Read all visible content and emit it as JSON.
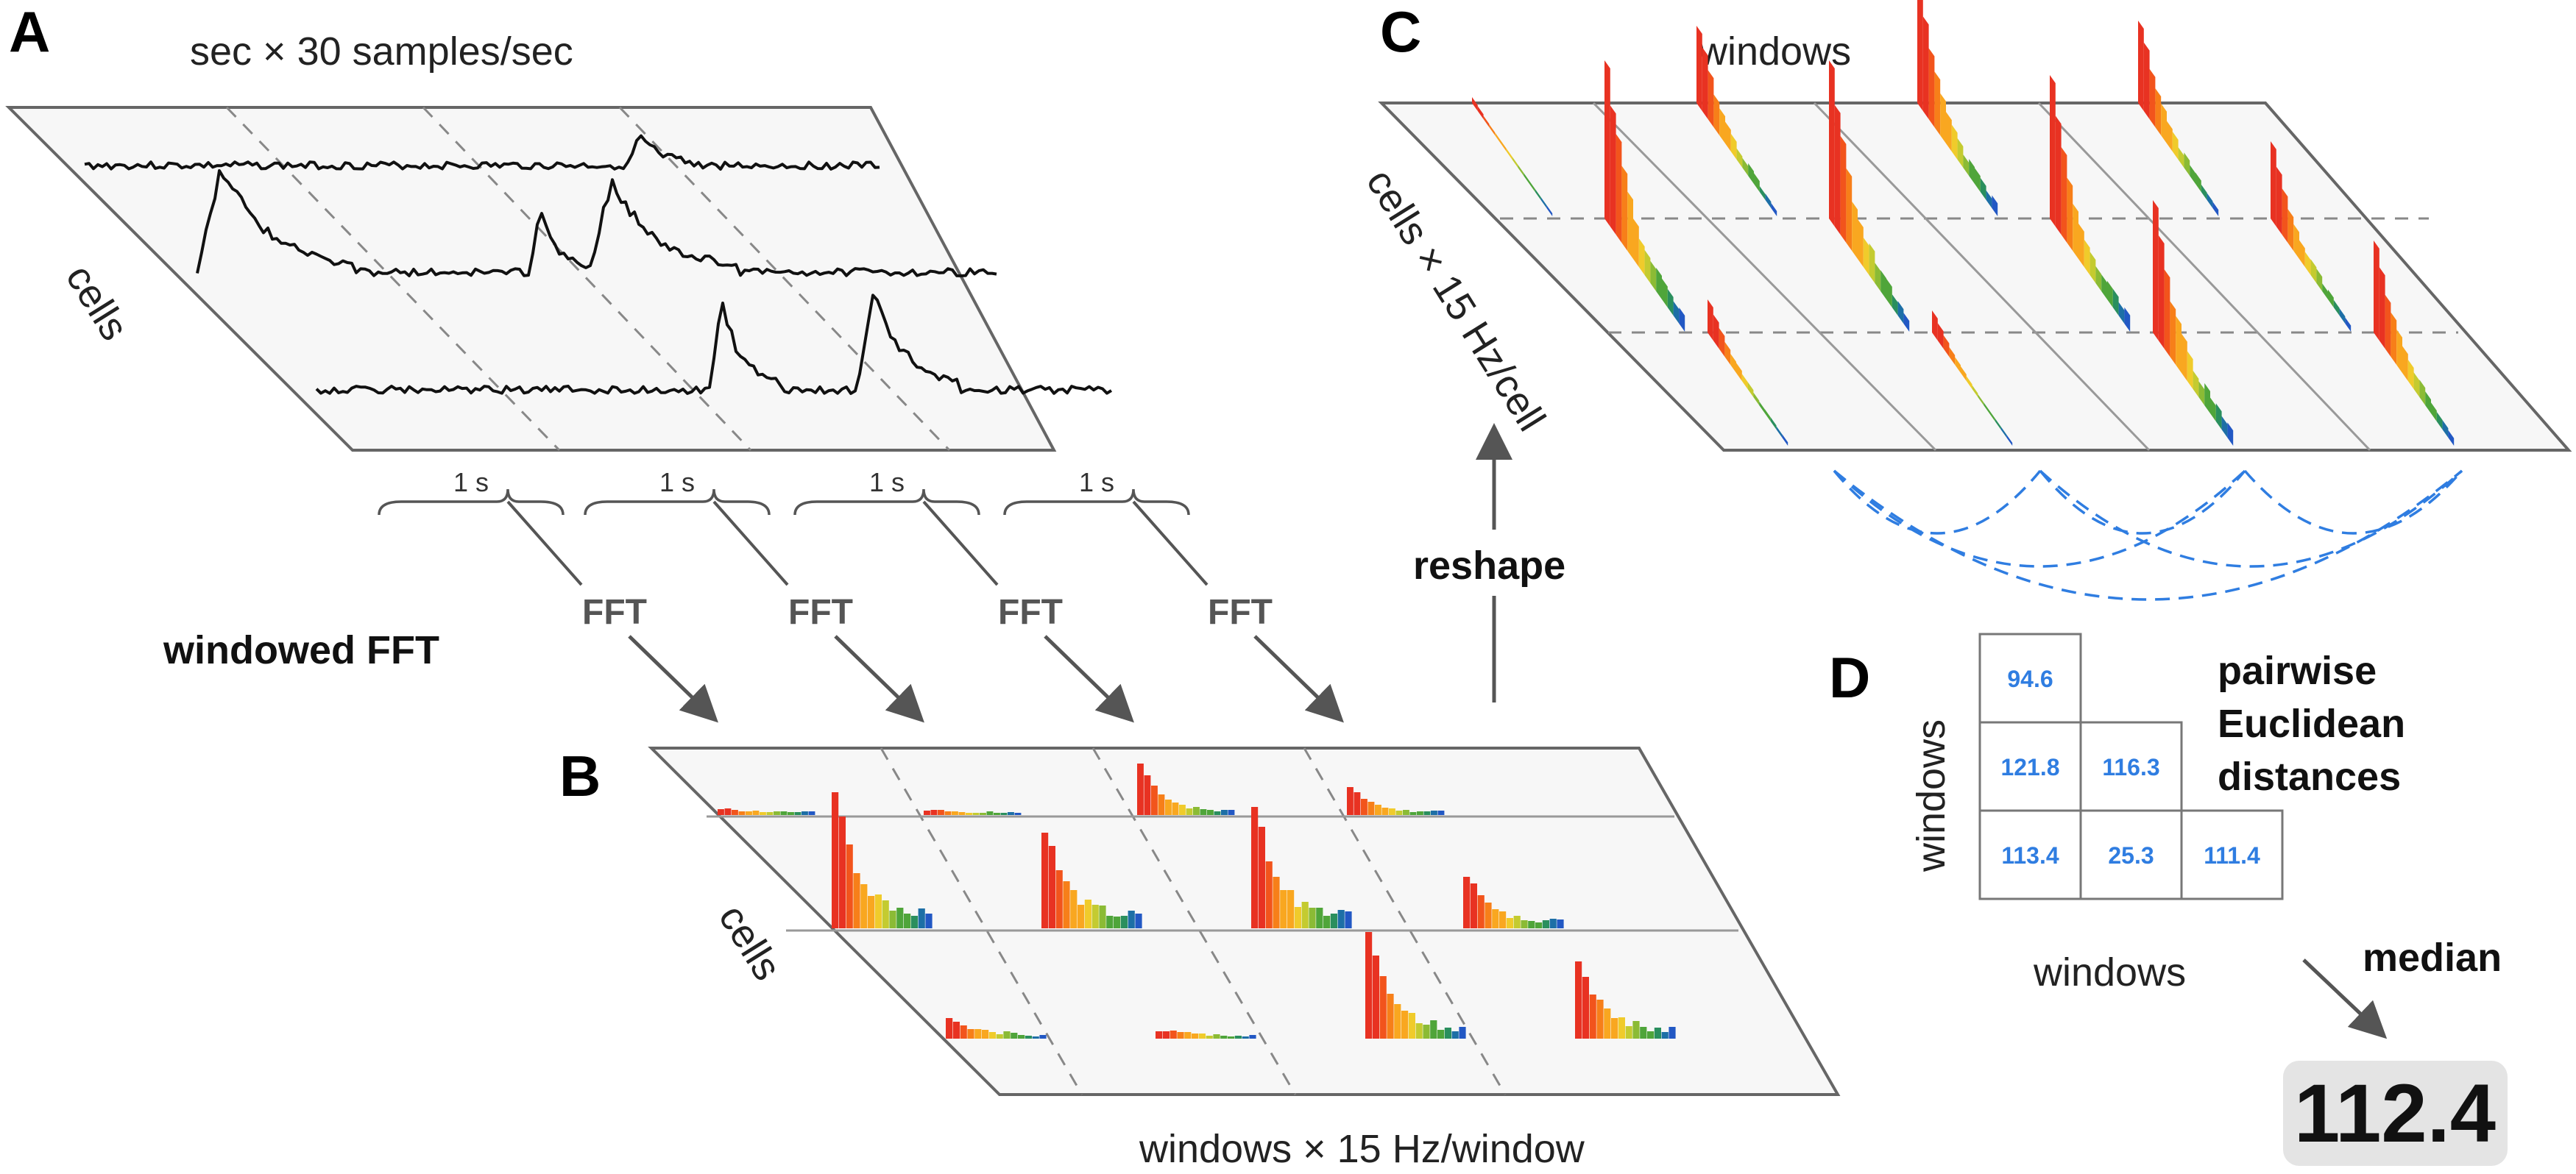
{
  "panel_a": {
    "label": "A",
    "top_label": "sec  ×  30 samples/sec",
    "side_label": "cells",
    "window_labels": [
      "1 s",
      "1 s",
      "1 s",
      "1 s"
    ],
    "fft_labels": [
      "FFT",
      "FFT",
      "FFT",
      "FFT"
    ]
  },
  "windowed_fft_label": "windowed FFT",
  "panel_b": {
    "label": "B",
    "side_label": "cells",
    "bottom_label": "windows  ×  15 Hz/window"
  },
  "reshape_label": "reshape",
  "panel_c": {
    "label": "C",
    "top_label": "windows",
    "side_label": "cells × 15 Hz/cell"
  },
  "panel_d": {
    "label": "D",
    "row_axis_label": "windows",
    "col_axis_label": "windows",
    "title_lines": [
      "pairwise",
      "Euclidean",
      "distances"
    ],
    "matrix": [
      [
        "94.6"
      ],
      [
        "121.8",
        "116.3"
      ],
      [
        "113.4",
        "25.3",
        "111.4"
      ]
    ],
    "median_label": "median",
    "median_value": "112.4"
  },
  "colors": {
    "outline": "#666666",
    "panel_fill": "#f7f7f7",
    "distance_blue": "#2f7de1",
    "spectrum_ramp": [
      "#e83222",
      "#f2541c",
      "#f77f19",
      "#f9a720",
      "#f0cb2b",
      "#c4cb30",
      "#8bbb35",
      "#4fa53a",
      "#2a8f5e",
      "#1d6fa6",
      "#2258c4"
    ]
  }
}
